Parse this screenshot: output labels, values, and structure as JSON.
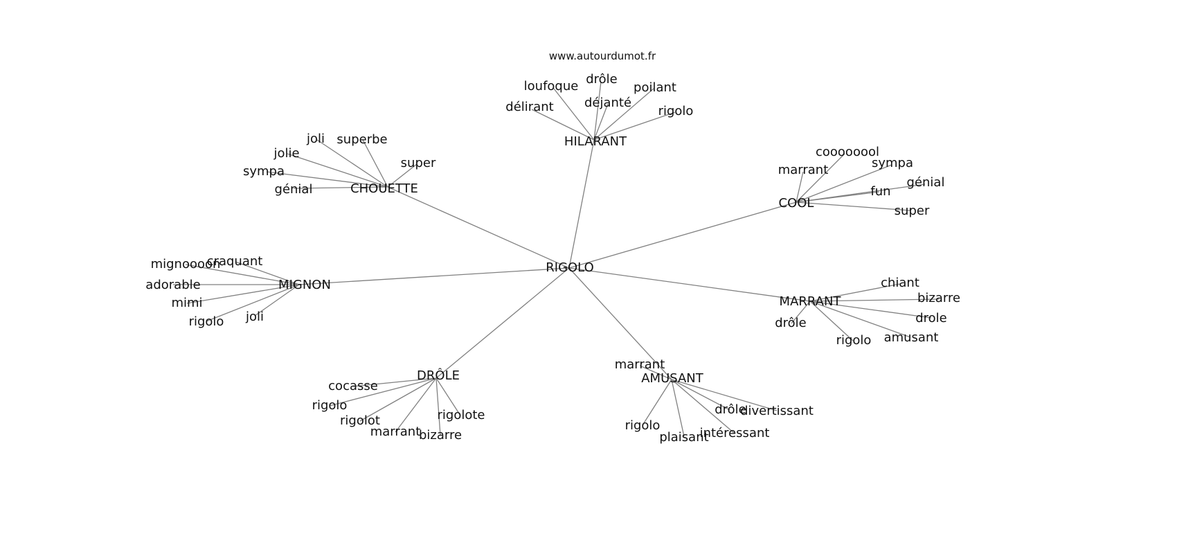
{
  "source_label": "www.autourdumot.fr",
  "graph": {
    "center": "RIGOLO",
    "hubs": [
      {
        "label": "HILARANT",
        "leaves": [
          "délirant",
          "loufoque",
          "drôle",
          "déjanté",
          "poilant",
          "rigolo"
        ]
      },
      {
        "label": "CHOUETTE",
        "leaves": [
          "joli",
          "jolie",
          "superbe",
          "sympa",
          "génial",
          "super"
        ]
      },
      {
        "label": "COOL",
        "leaves": [
          "marrant",
          "coooooool",
          "sympa",
          "génial",
          "fun",
          "super"
        ]
      },
      {
        "label": "MIGNON",
        "leaves": [
          "mignoooon",
          "craquant",
          "adorable",
          "mimi",
          "rigolo",
          "joli"
        ]
      },
      {
        "label": "MARRANT",
        "leaves": [
          "chiant",
          "bizarre",
          "drole",
          "drôle",
          "rigolo",
          "amusant"
        ]
      },
      {
        "label": "DRÔLE",
        "leaves": [
          "cocasse",
          "rigolo",
          "rigolot",
          "marrant",
          "bizarre",
          "rigolote"
        ]
      },
      {
        "label": "AMUSANT",
        "leaves": [
          "marrant",
          "rigolo",
          "plaisant",
          "intéressant",
          "drôle",
          "divertissant"
        ]
      }
    ]
  },
  "colors": {
    "edge": "#808080",
    "text": "#111111",
    "background": "#ffffff"
  }
}
